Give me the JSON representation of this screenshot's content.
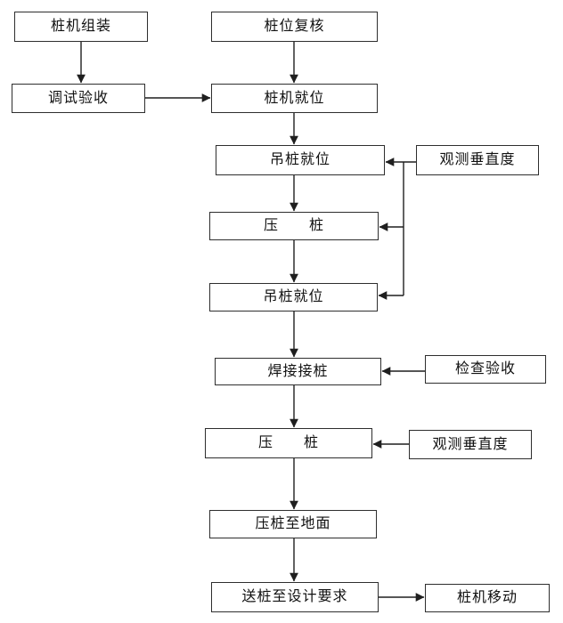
{
  "diagram": {
    "title": "static pile pressing construction flowchart",
    "background_color": "#ffffff",
    "line_color": "#1f1f1f",
    "box_border_color": "#2e2e2e",
    "box_fill_color": "#ffffff",
    "text_color": "#111111",
    "nodes": [
      {
        "id": "pile-rig-assembly",
        "label": "桩机组装"
      },
      {
        "id": "pile-position-recheck",
        "label": "桩位复核"
      },
      {
        "id": "debug-and-acceptance",
        "label": "调试验收"
      },
      {
        "id": "pile-rig-in-position",
        "label": "桩机就位"
      },
      {
        "id": "hoist-pile-in-position-1",
        "label": "吊桩就位"
      },
      {
        "id": "observe-verticality-1",
        "label": "观测垂直度"
      },
      {
        "id": "press-pile-1",
        "label": "压　　桩"
      },
      {
        "id": "hoist-pile-in-position-2",
        "label": "吊桩就位"
      },
      {
        "id": "weld-pile-splice",
        "label": "焊接接桩"
      },
      {
        "id": "inspection-acceptance",
        "label": "检查验收"
      },
      {
        "id": "press-pile-2",
        "label": "压　　桩"
      },
      {
        "id": "observe-verticality-2",
        "label": "观测垂直度"
      },
      {
        "id": "press-pile-to-ground",
        "label": "压桩至地面"
      },
      {
        "id": "send-pile-to-design-requirement",
        "label": "送桩至设计要求"
      },
      {
        "id": "pile-rig-move",
        "label": "桩机移动"
      }
    ],
    "edges": [
      {
        "from": "pile-rig-assembly",
        "to": "debug-and-acceptance"
      },
      {
        "from": "pile-position-recheck",
        "to": "pile-rig-in-position"
      },
      {
        "from": "debug-and-acceptance",
        "to": "pile-rig-in-position"
      },
      {
        "from": "pile-rig-in-position",
        "to": "hoist-pile-in-position-1"
      },
      {
        "from": "hoist-pile-in-position-1",
        "to": "press-pile-1"
      },
      {
        "from": "press-pile-1",
        "to": "hoist-pile-in-position-2"
      },
      {
        "from": "hoist-pile-in-position-2",
        "to": "weld-pile-splice"
      },
      {
        "from": "weld-pile-splice",
        "to": "press-pile-2"
      },
      {
        "from": "press-pile-2",
        "to": "press-pile-to-ground"
      },
      {
        "from": "press-pile-to-ground",
        "to": "send-pile-to-design-requirement"
      },
      {
        "from": "send-pile-to-design-requirement",
        "to": "pile-rig-move"
      },
      {
        "from": "observe-verticality-1",
        "to": "hoist-pile-in-position-1"
      },
      {
        "from": "observe-verticality-1",
        "to": "press-pile-1"
      },
      {
        "from": "observe-verticality-1",
        "to": "hoist-pile-in-position-2"
      },
      {
        "from": "inspection-acceptance",
        "to": "weld-pile-splice"
      },
      {
        "from": "observe-verticality-2",
        "to": "press-pile-2"
      }
    ]
  }
}
